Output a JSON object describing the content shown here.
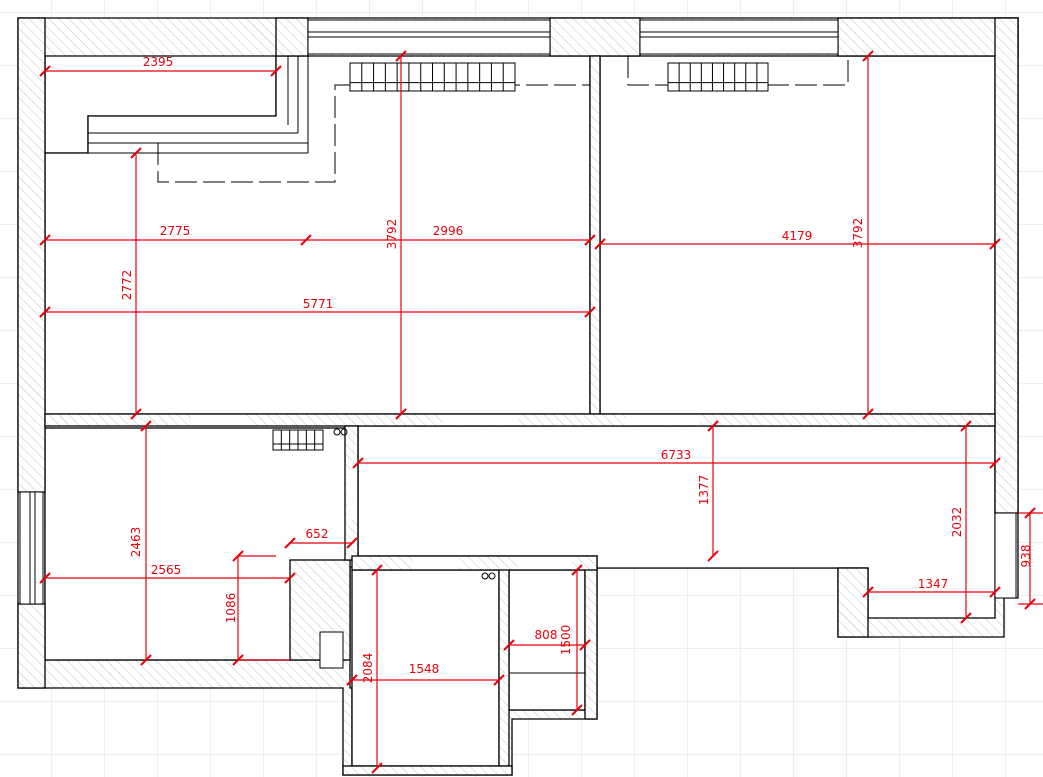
{
  "colors": {
    "wall": "#000000",
    "hatch": "#bdbdbd",
    "grid": "#dcdcdc",
    "dimension": "#e8000b",
    "background": "#ffffff"
  },
  "dimensions": {
    "d2395": "2395",
    "d2775": "2775",
    "d2996": "2996",
    "d5771": "5771",
    "d2772": "2772",
    "d3792_left": "3792",
    "d4179": "4179",
    "d3792_right": "3792",
    "d6733": "6733",
    "d1377": "1377",
    "d2032": "2032",
    "d938": "938",
    "d1347": "1347",
    "d2463": "2463",
    "d2565": "2565",
    "d652": "652",
    "d1086": "1086",
    "d2084": "2084",
    "d1548": "1548",
    "d808": "808",
    "d1500": "1500"
  },
  "icons": {
    "radiator": "radiator-icon",
    "sink": "double-circle-icon"
  }
}
